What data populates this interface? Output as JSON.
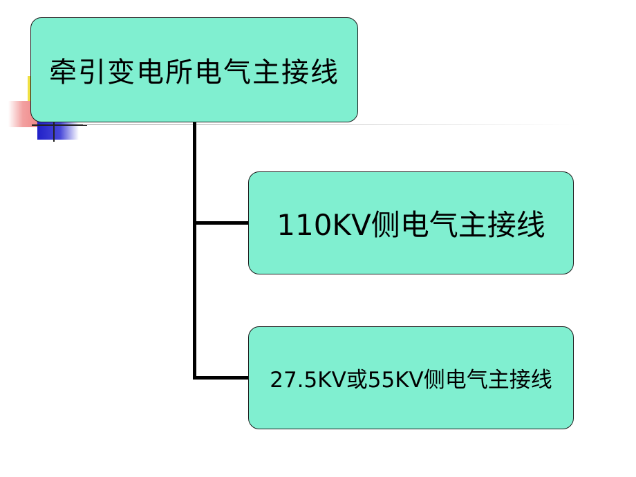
{
  "diagram": {
    "root": {
      "label": "牵引变电所电气主接线"
    },
    "children": [
      {
        "label": "110KV侧电气主接线"
      },
      {
        "label": "27.5KV或55KV侧电气主接线"
      }
    ]
  },
  "colors": {
    "node_fill": "#80efd0",
    "node_border": "#1a1a1a",
    "connector": "#000000"
  }
}
